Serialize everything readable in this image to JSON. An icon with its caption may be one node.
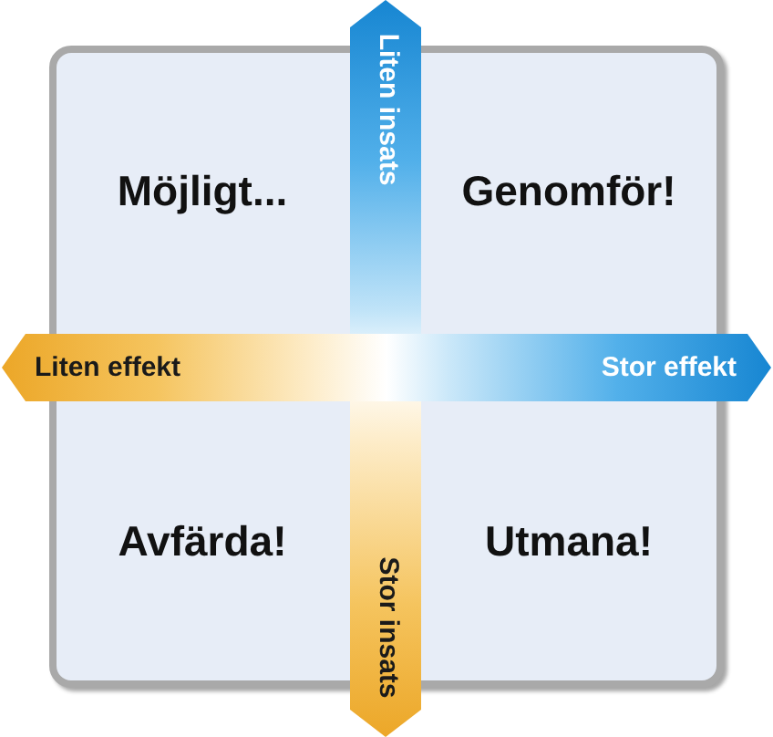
{
  "diagram": {
    "nodes": [
      {
        "text": [
          "Möjligt...",
          "Genomför!",
          "Avfärda!",
          "Utmana!"
        ]
      },
      {
        "text": [
          "Liten insats",
          "Stor insats"
        ]
      },
      {
        "text": [
          "Liten effekt",
          "Stor effekt"
        ]
      }
    ]
  }
}
